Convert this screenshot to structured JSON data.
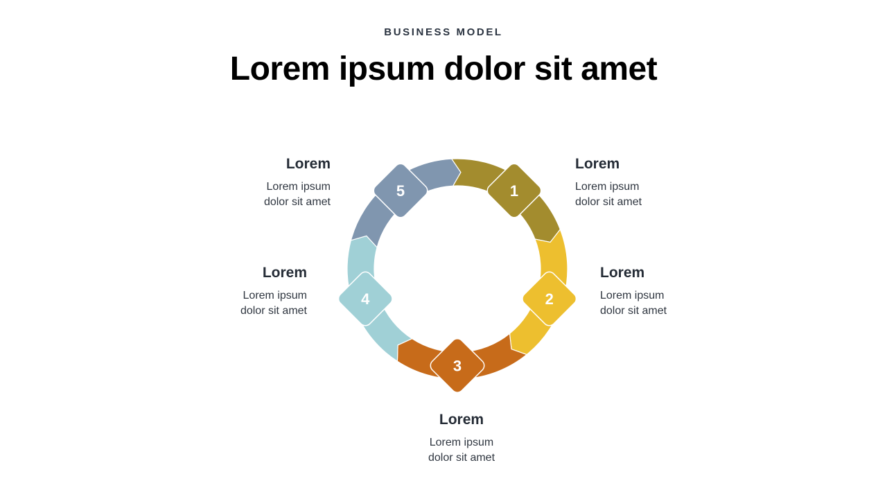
{
  "header": {
    "kicker": "BUSINESS MODEL",
    "title": "Lorem ipsum dolor sit amet"
  },
  "steps": [
    {
      "number": "1",
      "heading": "Lorem",
      "line1": "Lorem ipsum",
      "line2": "dolor sit amet",
      "color": "#A38C2E"
    },
    {
      "number": "2",
      "heading": "Lorem",
      "line1": "Lorem ipsum",
      "line2": "dolor sit amet",
      "color": "#EDBF2F"
    },
    {
      "number": "3",
      "heading": "Lorem",
      "line1": "Lorem ipsum",
      "line2": "dolor sit amet",
      "color": "#C76B1A"
    },
    {
      "number": "4",
      "heading": "Lorem",
      "line1": "Lorem ipsum",
      "line2": "dolor sit amet",
      "color": "#A0D0D6"
    },
    {
      "number": "5",
      "heading": "Lorem",
      "line1": "Lorem ipsum",
      "line2": "dolor sit amet",
      "color": "#8096AF"
    }
  ]
}
